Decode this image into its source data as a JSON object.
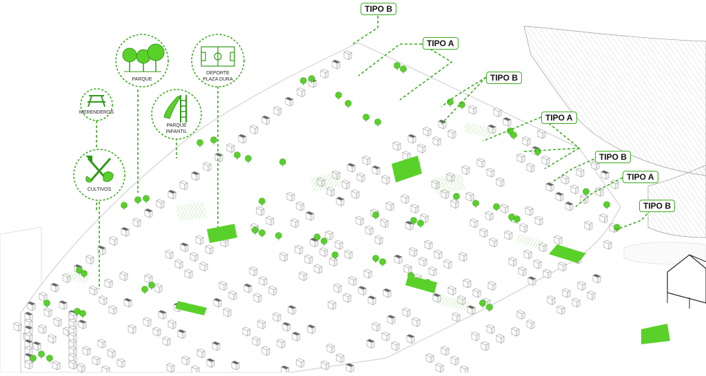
{
  "colors": {
    "accent_green": "#3aaa1c",
    "bright_green": "#5ad12a",
    "line_gray": "#9a9a9a",
    "roof_dark": "#666666"
  },
  "amenities": [
    {
      "id": "merenderos",
      "label": "MERENDEROS",
      "icon": "picnic-table-icon"
    },
    {
      "id": "parque",
      "label": "PARQUE",
      "icon": "trees-icon"
    },
    {
      "id": "deporte",
      "label_line1": "DEPORTE",
      "label_line2": "PLAZA DURA",
      "icon": "sports-court-icon"
    },
    {
      "id": "parque_infantil",
      "label_line1": "PARQUE",
      "label_line2": "INFANTIL",
      "icon": "slide-icon"
    },
    {
      "id": "cultivos",
      "label": "CULTIVOS",
      "icon": "garden-tools-icon"
    }
  ],
  "housing_types": [
    {
      "label": "TIPO B"
    },
    {
      "label": "TIPO A"
    },
    {
      "label": "TIPO B"
    },
    {
      "label": "TIPO A"
    },
    {
      "label": "TIPO B"
    },
    {
      "label": "TIPO A"
    },
    {
      "label": "TIPO B"
    }
  ]
}
